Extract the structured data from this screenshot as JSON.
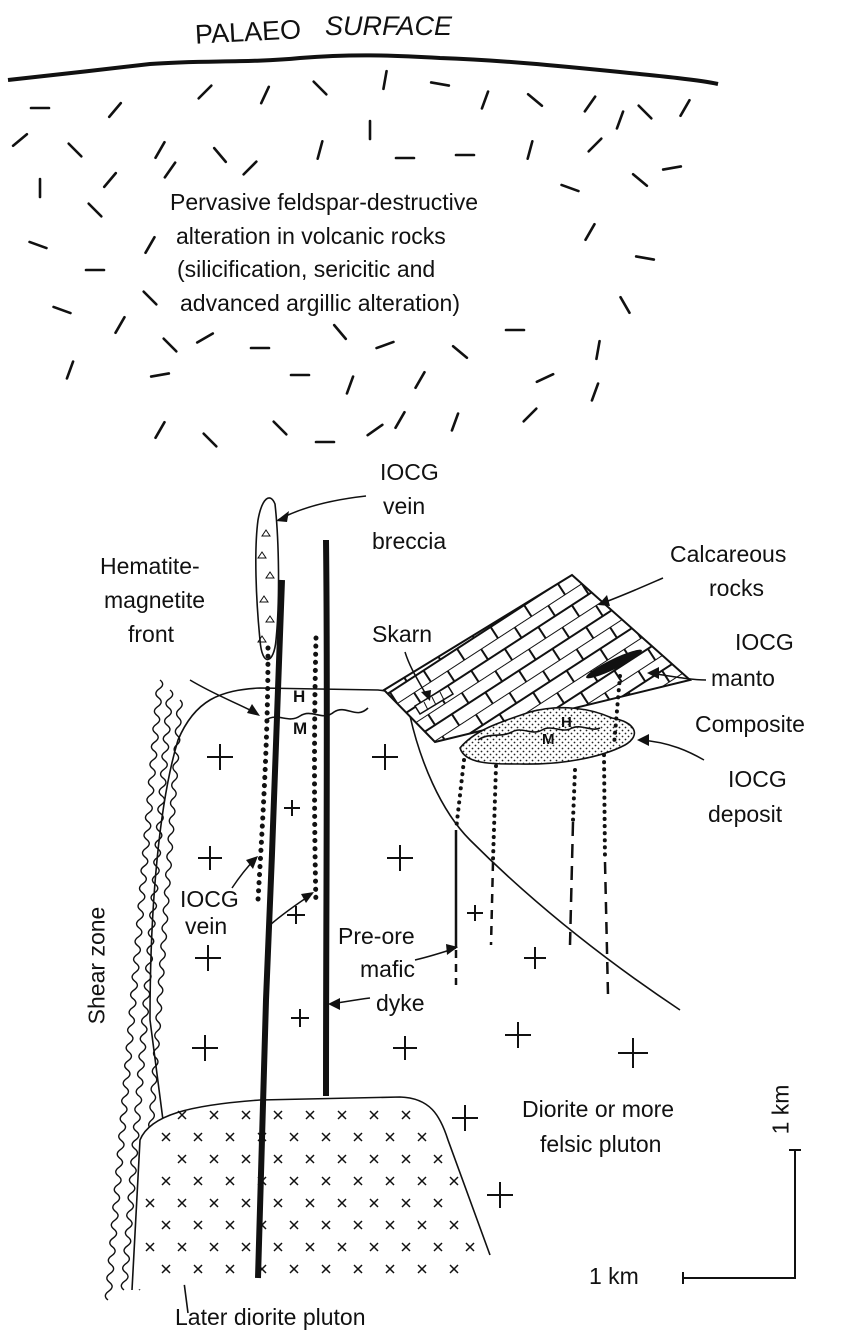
{
  "labels": {
    "palaeo": "PALAEO",
    "surface": "SURFACE",
    "alteration": [
      "Pervasive feldspar-destructive",
      "alteration in volcanic rocks",
      "(silicification, sericitic and",
      "advanced argillic alteration)"
    ],
    "iocg_vein_breccia": [
      "IOCG",
      "vein",
      "breccia"
    ],
    "hematite_front": [
      "Hematite-",
      "magnetite",
      "front"
    ],
    "calcareous": [
      "Calcareous",
      "rocks"
    ],
    "skarn": "Skarn",
    "iocg_manto": [
      "IOCG",
      "manto"
    ],
    "composite": [
      "Composite",
      "IOCG",
      "deposit"
    ],
    "iocg_vein": [
      "IOCG",
      "vein"
    ],
    "pre_ore": [
      "Pre-ore",
      "mafic",
      "dyke"
    ],
    "shear_zone": "Shear zone",
    "diorite": [
      "Diorite or more",
      "felsic pluton"
    ],
    "later_diorite": "Later diorite pluton",
    "h": "H",
    "m": "M",
    "scale_vertical": "1 km",
    "scale_horizontal": "1 km"
  },
  "colors": {
    "ink": "#111111",
    "background": "#ffffff"
  }
}
